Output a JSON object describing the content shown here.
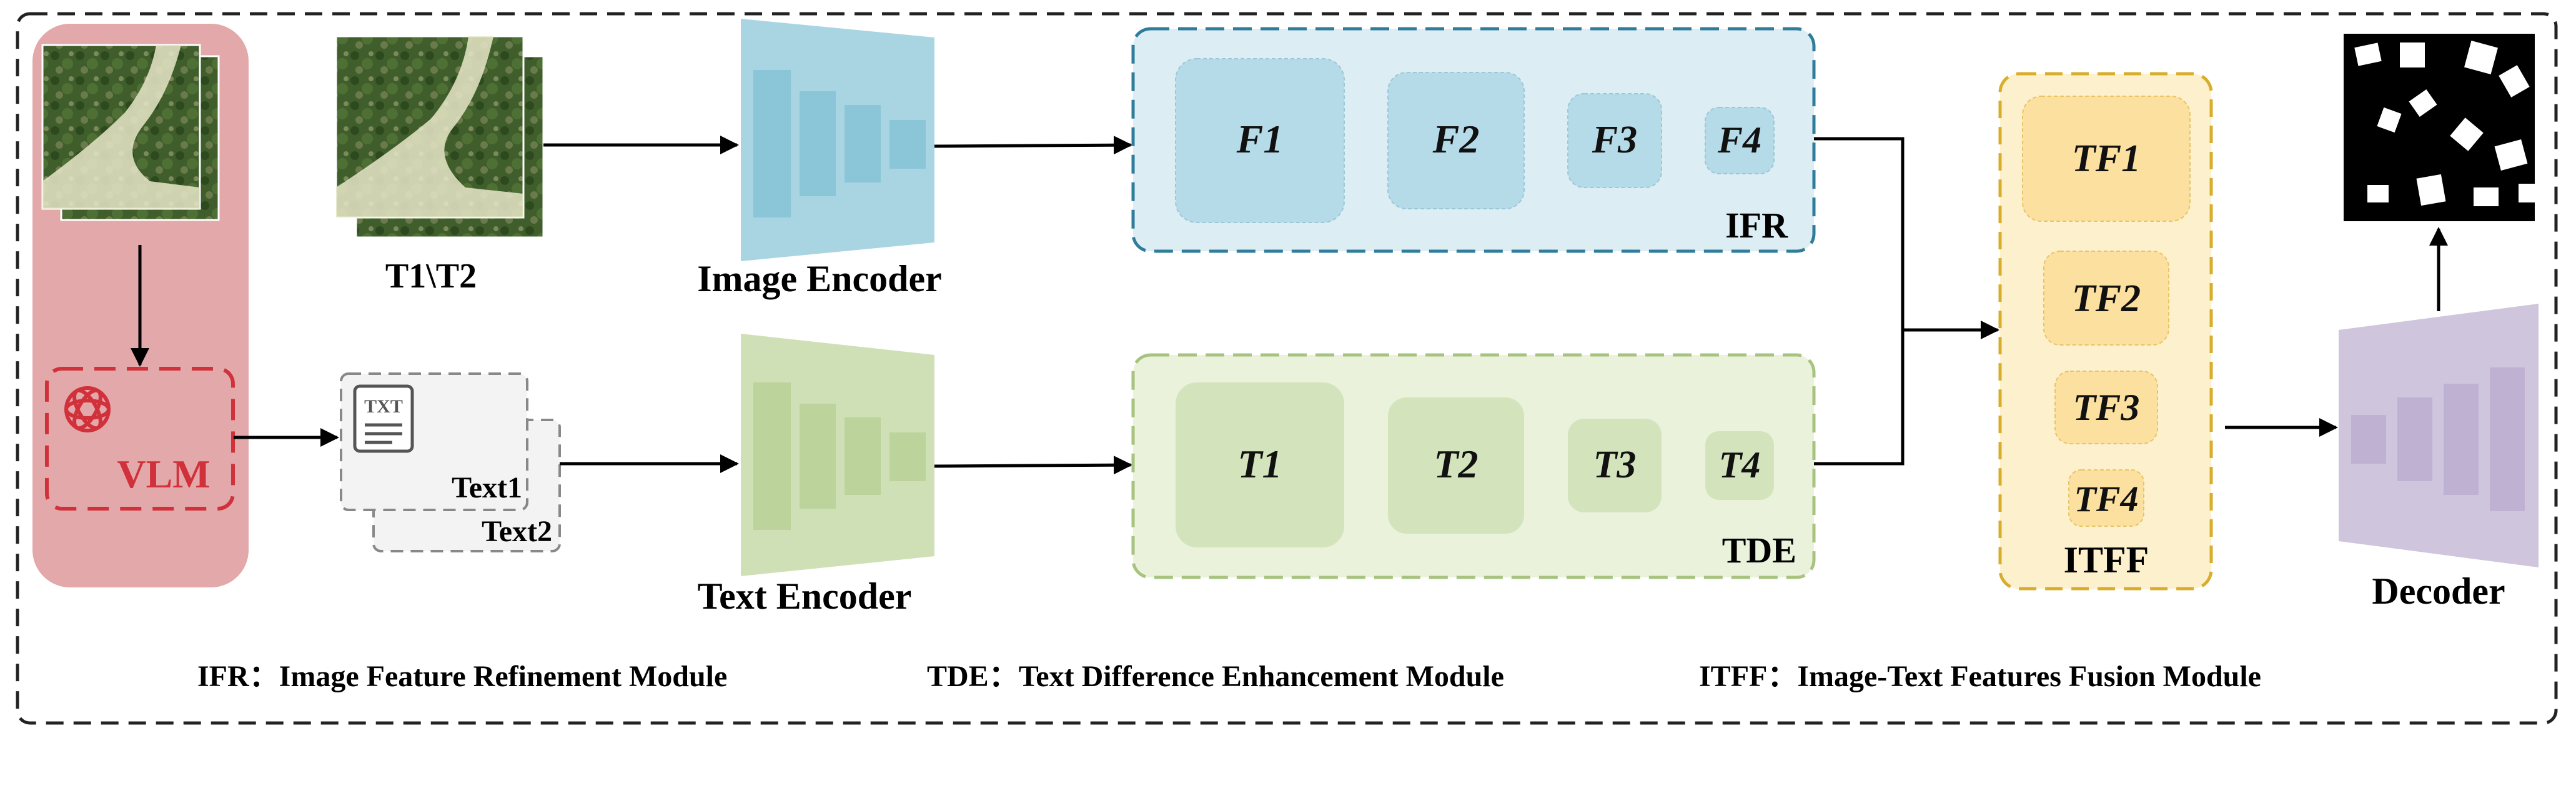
{
  "inputs": {
    "image_pair_label": "T1\\T2",
    "vlm_label": "VLM",
    "vlm_icon": "openai-logo-icon",
    "text_doc_icon": "txt-document-icon",
    "text_labels": [
      "Text1",
      "Text2"
    ]
  },
  "encoders": {
    "image_encoder": "Image Encoder",
    "text_encoder": "Text Encoder",
    "decoder": "Decoder"
  },
  "modules": {
    "ifr": {
      "label": "IFR",
      "features": [
        "F1",
        "F2",
        "F3",
        "F4"
      ]
    },
    "tde": {
      "label": "TDE",
      "features": [
        "T1",
        "T2",
        "T3",
        "T4"
      ]
    },
    "itff": {
      "label": "ITFF",
      "features": [
        "TF1",
        "TF2",
        "TF3",
        "TF4"
      ]
    }
  },
  "legend": [
    "IFR：Image Feature Refinement Module",
    "TDE：Text Difference Enhancement Module",
    "ITFF：Image-Text Features Fusion Module"
  ],
  "colors": {
    "vlm_panel": "#e3a8aa",
    "vlm_red": "#d0313a",
    "ifr_fill": "#dcedf4",
    "ifr_border": "#2f7d9b",
    "ifr_feature": "#b5dbe9",
    "tde_fill": "#eaf2db",
    "tde_border": "#a7c37f",
    "tde_feature": "#d3e4bd",
    "itff_fill": "#fdf1cd",
    "itff_border": "#d9ad2c",
    "itff_feature": "#fbe0a0",
    "image_encoder": "#a9d5e2",
    "text_encoder": "#cfdfb6",
    "decoder": "#cfc5dc"
  }
}
